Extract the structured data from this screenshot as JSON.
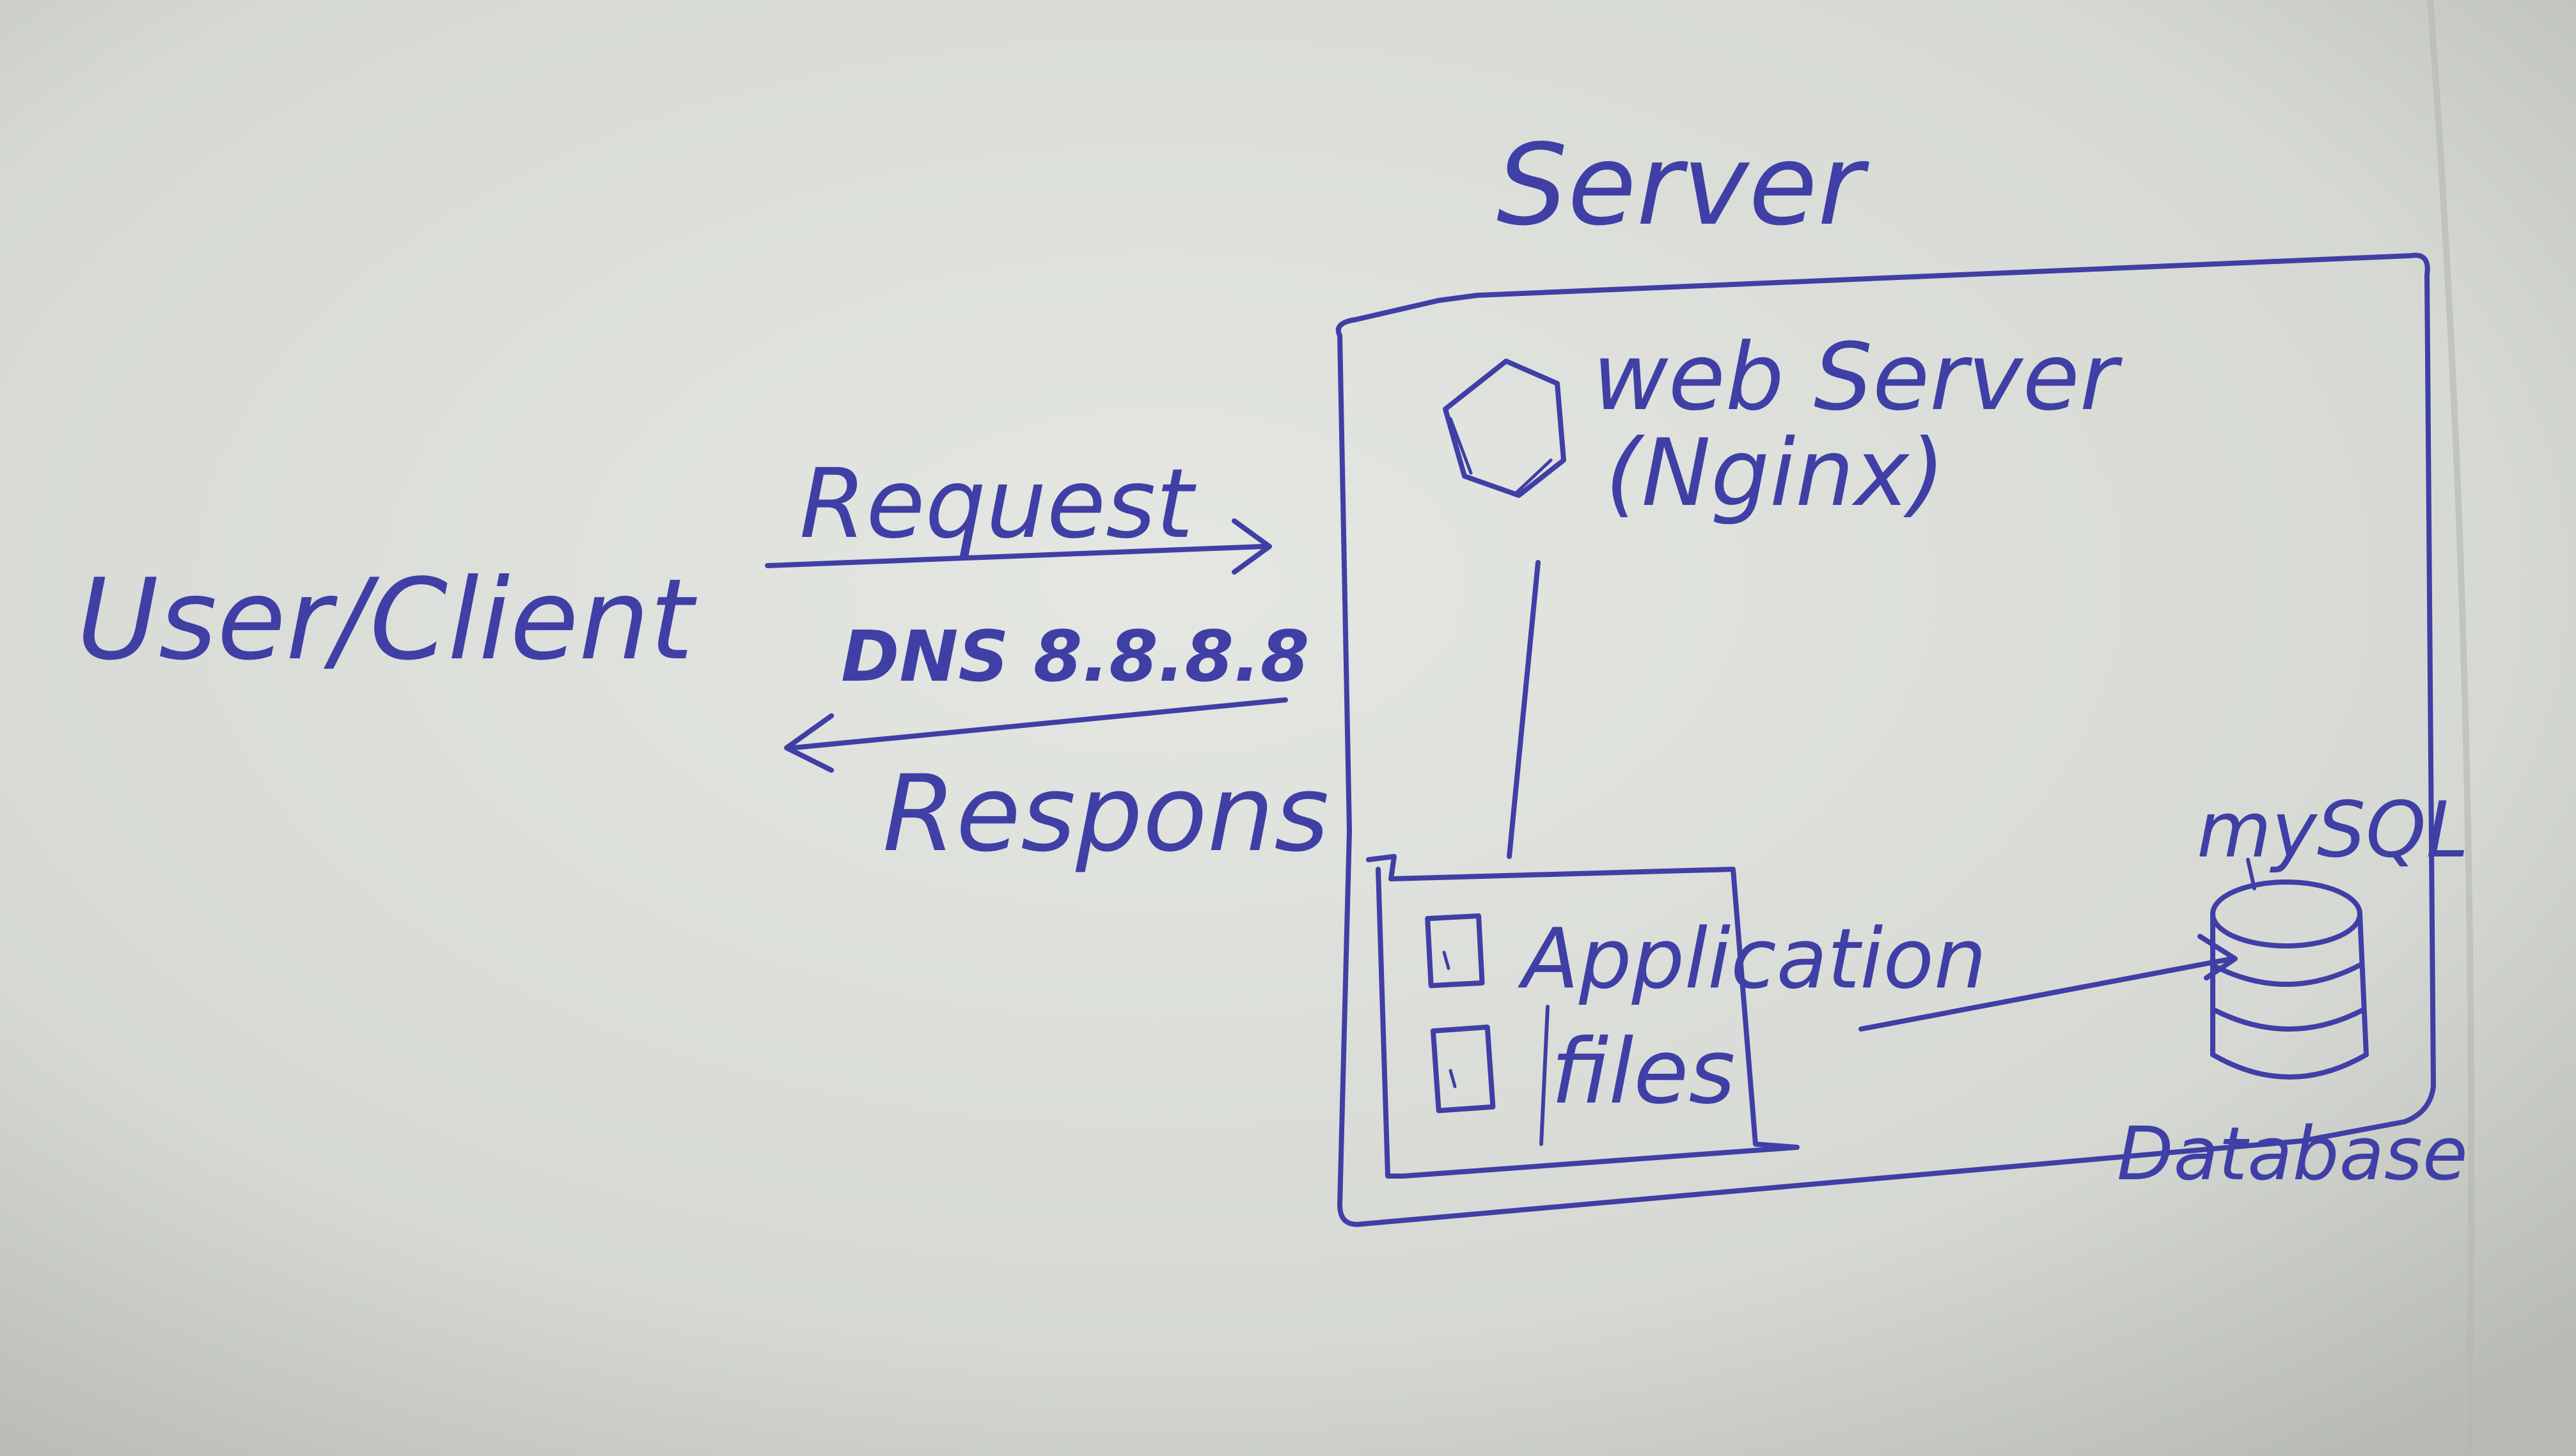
{
  "diagram": {
    "ink_color": "#3f3fa6",
    "paper_color": "#dcdfda",
    "client_label": "User/Client",
    "request_label": "Request",
    "dns_label": "DNS 8.8.8.8",
    "response_label": "Respons",
    "server_title": "Server",
    "web_server_line1": "web Server",
    "web_server_line2": "(Nginx)",
    "app_line1": "Application",
    "app_line2": "files",
    "mysql_label": "mySQL",
    "database_label": "Database"
  }
}
